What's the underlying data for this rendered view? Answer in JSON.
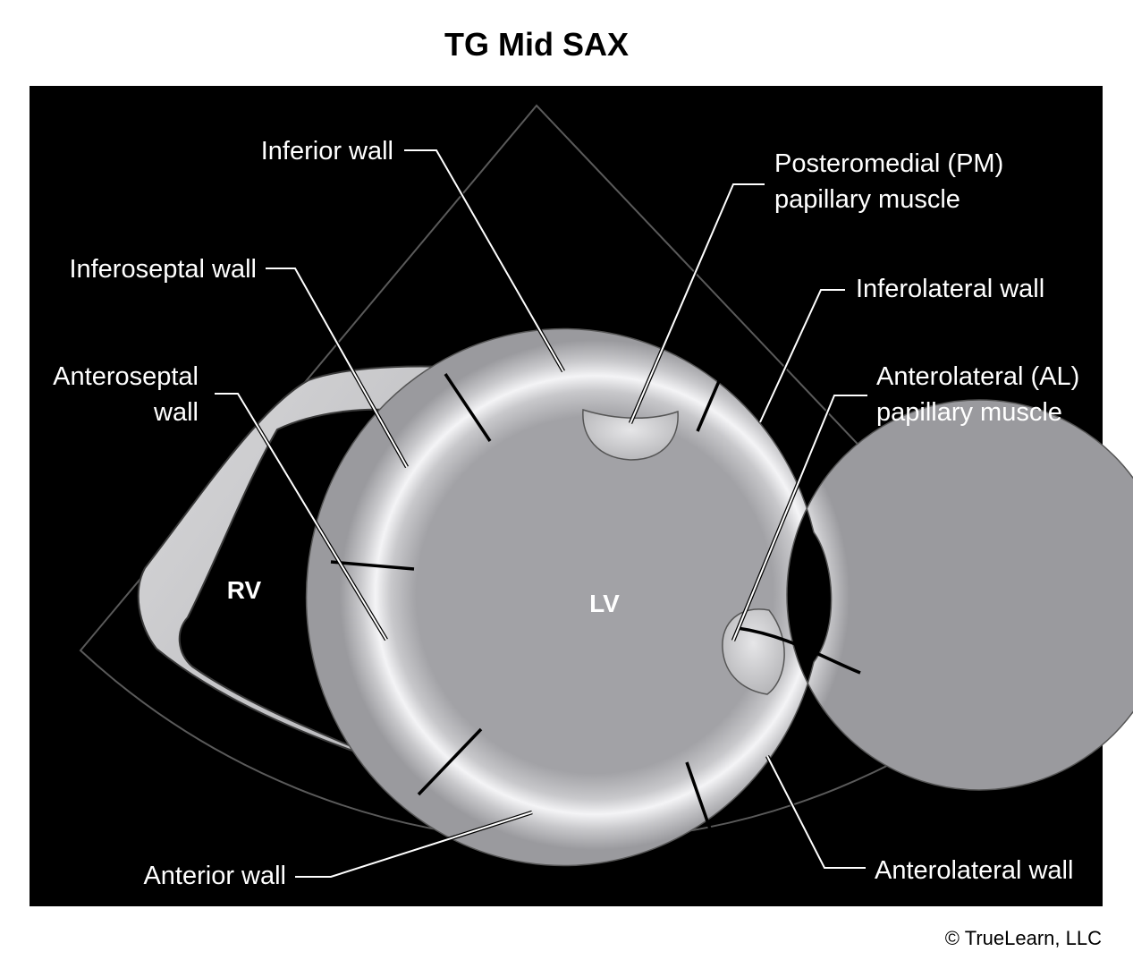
{
  "title": "TG Mid SAX",
  "chambers": {
    "rv": "RV",
    "lv": "LV"
  },
  "labels": {
    "inferior": "Inferior wall",
    "pm_line1": "Posteromedial (PM)",
    "pm_line2": "papillary muscle",
    "inferoseptal": "Inferoseptal wall",
    "inferolateral": "Inferolateral wall",
    "anteroseptal_line1": "Anteroseptal",
    "anteroseptal_line2": "wall",
    "al_line1": "Anterolateral (AL)",
    "al_line2": "papillary muscle",
    "anterior": "Anterior wall",
    "anterolateral": "Anterolateral wall"
  },
  "copyright": "© TrueLearn, LLC",
  "colors": {
    "background": "#000000",
    "wall": "#c4c4c6",
    "wall_highlight": "#f2f2f4",
    "sector_outline": "#5a5a5a"
  }
}
